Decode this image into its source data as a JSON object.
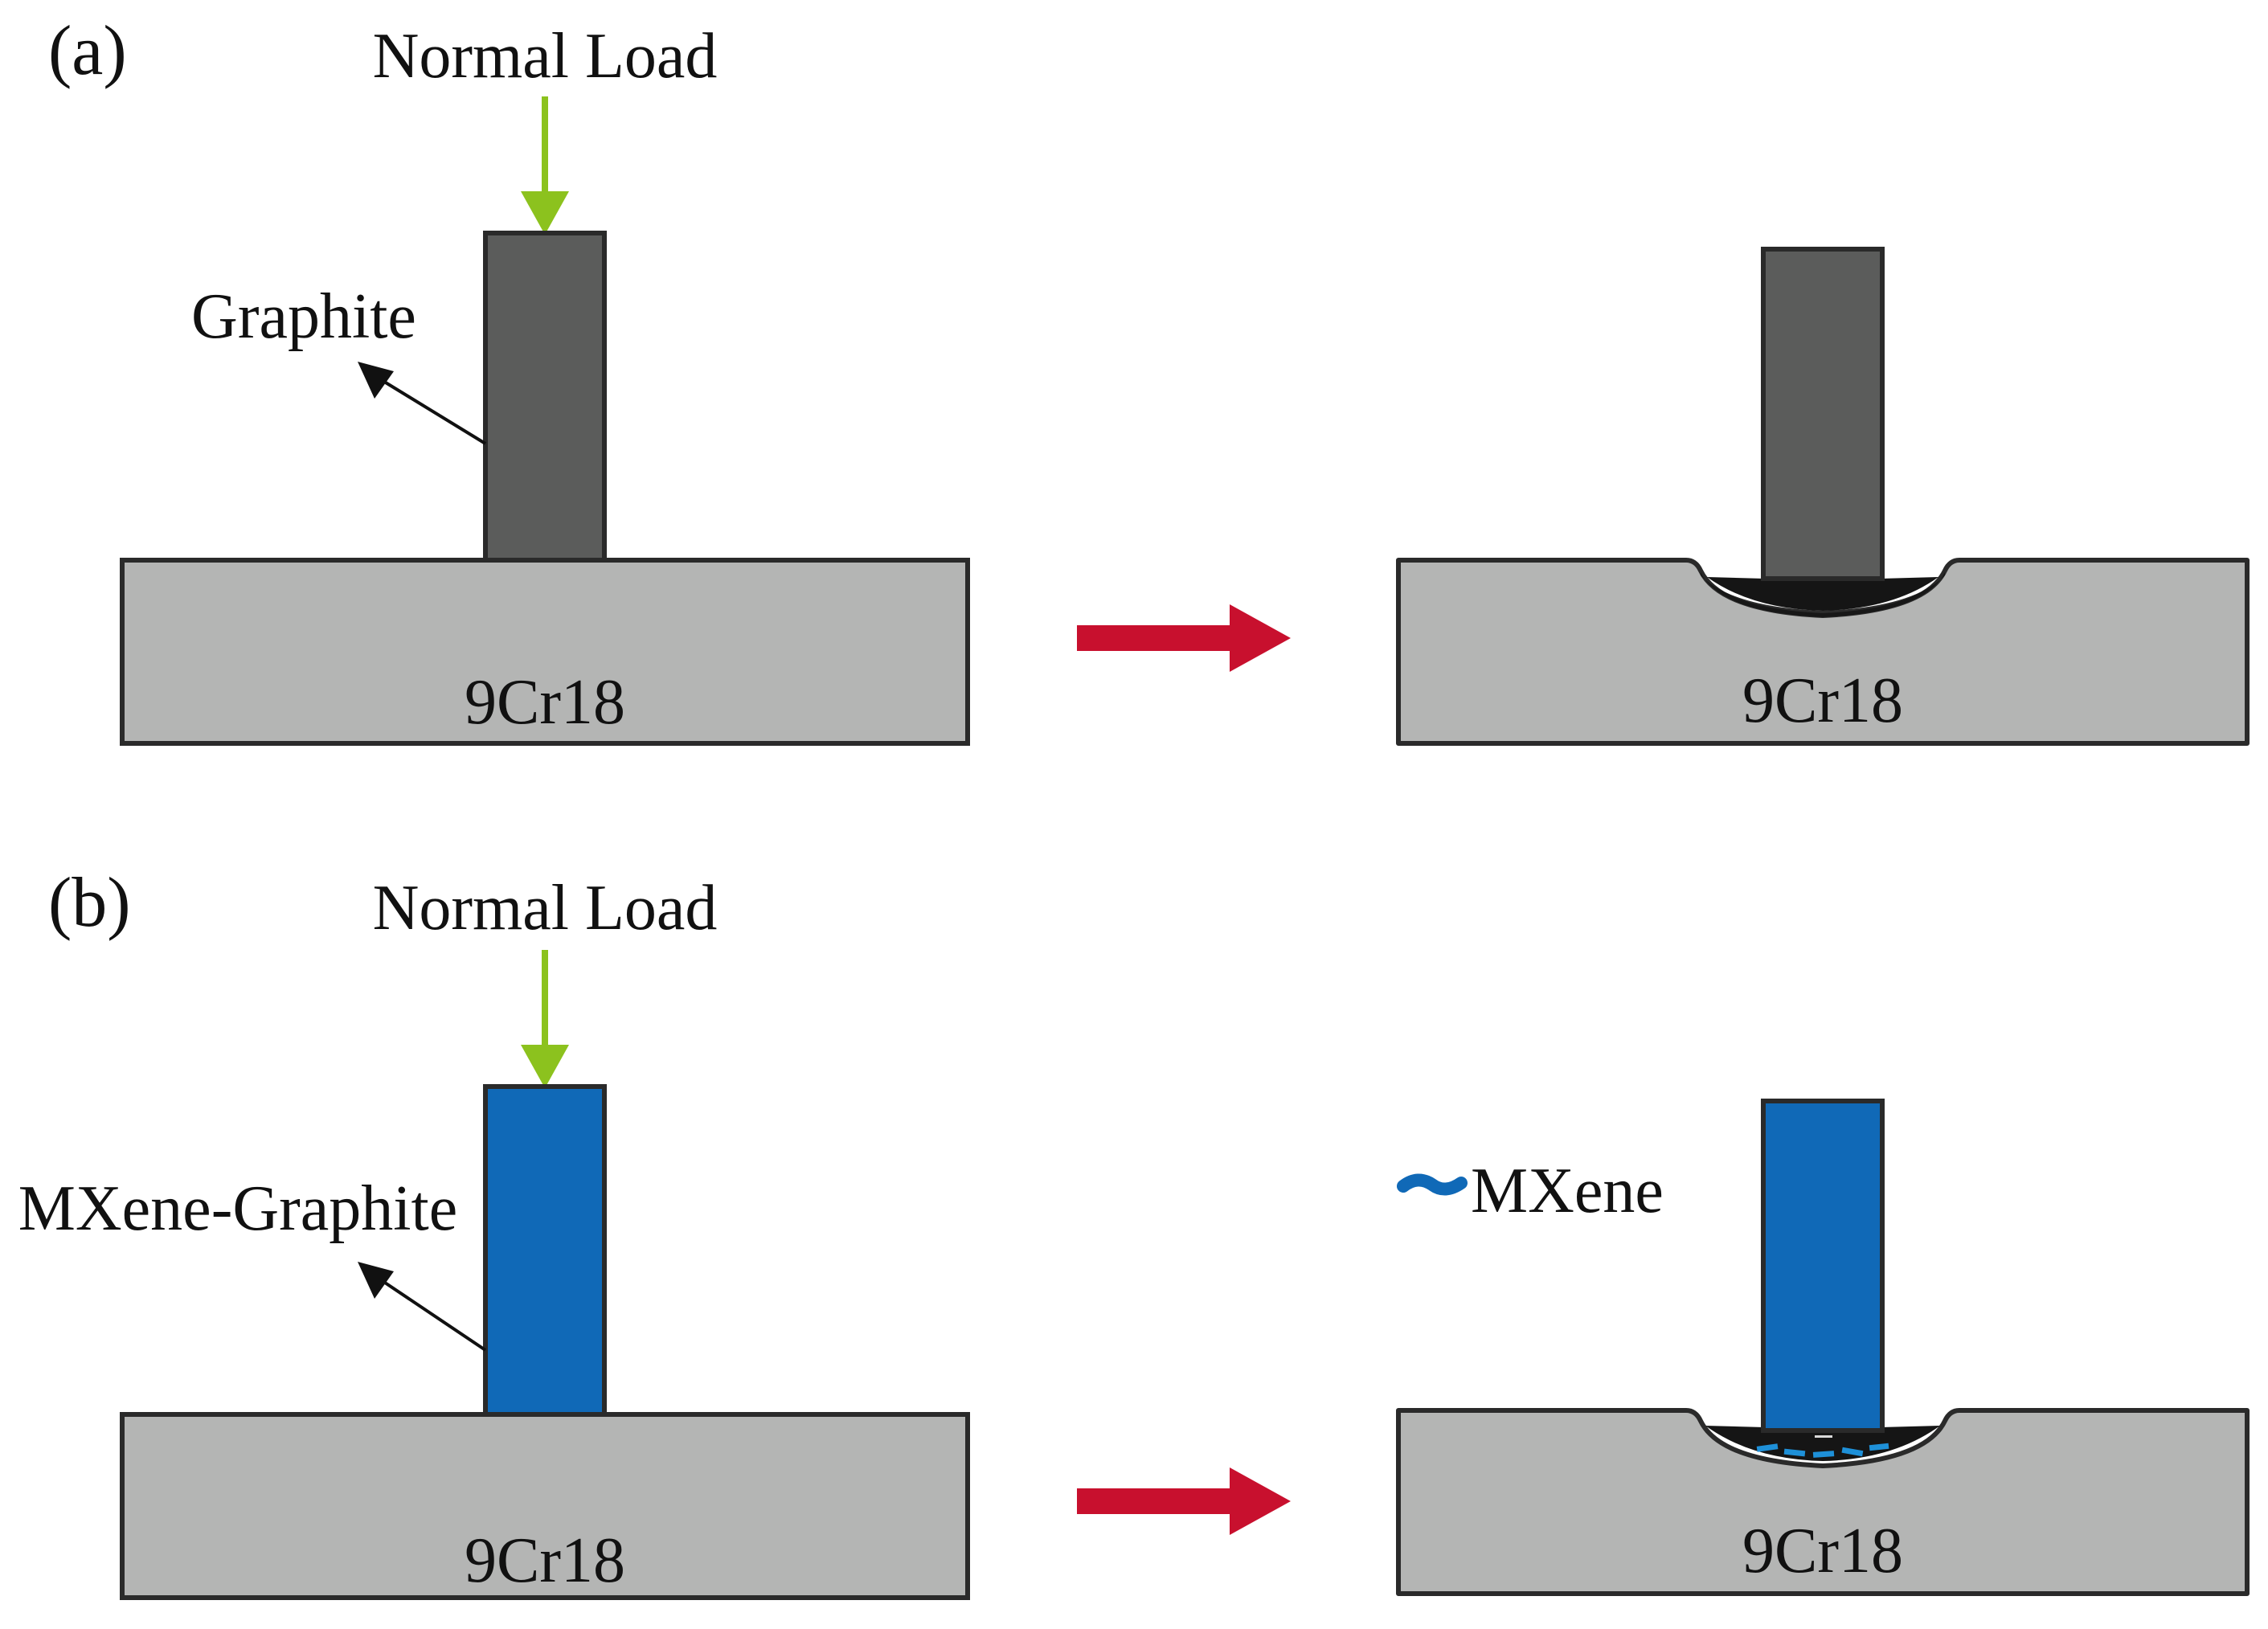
{
  "colors": {
    "background": "#ffffff",
    "substrate": "#b4b5b4",
    "graphite": "#5b5c5b",
    "mxene_graphite": "#1069b7",
    "mxene_flake": "#1e90d8",
    "wear_film": "#151515",
    "load_arrow": "#8cc21e",
    "process_arrow": "#c8102e",
    "outline": "#2a2a2a"
  },
  "panels": [
    {
      "id": "a",
      "panel_label": "(a)",
      "load_label": "Normal Load",
      "pin_label": "Graphite",
      "substrate_label_before": "9Cr18",
      "substrate_label_after": "9Cr18",
      "pin_fill": "graphite",
      "shows_mxene_flakes": false
    },
    {
      "id": "b",
      "panel_label": "(b)",
      "load_label": "Normal Load",
      "pin_label": "MXene-Graphite",
      "substrate_label_before": "9Cr18",
      "substrate_label_after": "9Cr18",
      "pin_fill": "mxene_graphite",
      "shows_mxene_flakes": true,
      "legend_label": "MXene",
      "legend_icon": "mxene-flake-icon"
    }
  ]
}
